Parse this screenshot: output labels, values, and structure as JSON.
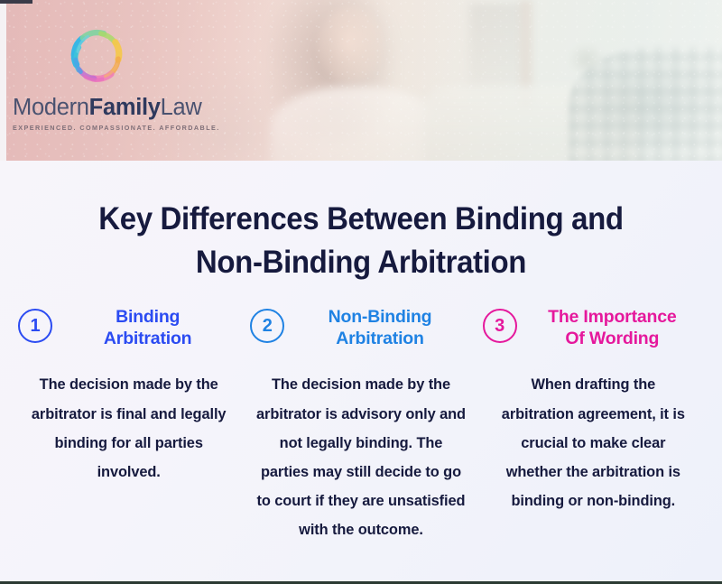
{
  "brand": {
    "logo_mark": "circular-brushstroke-ring",
    "name_part_1": "Modern",
    "name_part_2": "Family",
    "name_part_3": "Law",
    "tagline": "EXPERIENCED. COMPASSIONATE. AFFORDABLE."
  },
  "header": {
    "image_description": "faded photo of a woman writing in an office"
  },
  "title": {
    "line1": "Key Differences Between Binding and",
    "line2": "Non-Binding Arbitration",
    "color": "#161a3e"
  },
  "columns": [
    {
      "number": "1",
      "title_line1": "Binding",
      "title_line2": "Arbitration",
      "body": "The decision made by the arbitrator is final and legally binding for all parties involved.",
      "accent": "#2b4bf2"
    },
    {
      "number": "2",
      "title_line1": "Non-Binding",
      "title_line2": "Arbitration",
      "body": "The decision made by the arbitrator is advisory only and not legally binding. The parties may still decide to go to court if they are unsatisfied with the outcome.",
      "accent": "#1f82e3"
    },
    {
      "number": "3",
      "title_line1": "The Importance",
      "title_line2": "Of Wording",
      "body": "When drafting the arbitration agreement, it is crucial to make clear whether the arbitration is binding or non-binding.",
      "accent": "#e5189c"
    }
  ]
}
